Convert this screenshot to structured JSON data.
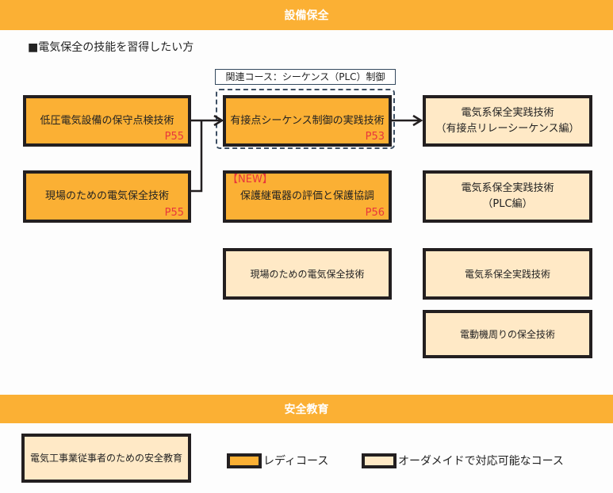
{
  "section1": {
    "title": "設備保全",
    "subtitle": "■電気保全の技能を習得したい方",
    "related_label": "関連コース：シーケンス（PLC）制御",
    "boxes": {
      "a": {
        "label": "低圧電気設備の保守点検技術",
        "page": "P55"
      },
      "b": {
        "label": "現場のための電気保全技術",
        "page": "P55"
      },
      "c": {
        "label": "有接点シーケンス制御の実践技術",
        "page": "P53"
      },
      "d": {
        "badge": "【NEW】",
        "label": "保護継電器の評価と保護協調",
        "page": "P56"
      },
      "e": {
        "label": "現場のための電気保全技術"
      },
      "f": {
        "line1": "電気系保全実践技術",
        "line2": "（有接点リレーシーケンス編）"
      },
      "g": {
        "line1": "電気系保全実践技術",
        "line2": "（PLC編）"
      },
      "h": {
        "label": "電気系保全実践技術"
      },
      "i": {
        "label": "電動機周りの保全技術"
      }
    }
  },
  "section2": {
    "title": "安全教育",
    "box": {
      "label": "電気工事業従事者のための安全教育"
    }
  },
  "legend": {
    "ready": "レディコース",
    "custom": "オーダメイドで対応可能なコース"
  },
  "colors": {
    "ready": "#fbb034",
    "custom": "#ffe9c6",
    "page": "#e8363c"
  }
}
